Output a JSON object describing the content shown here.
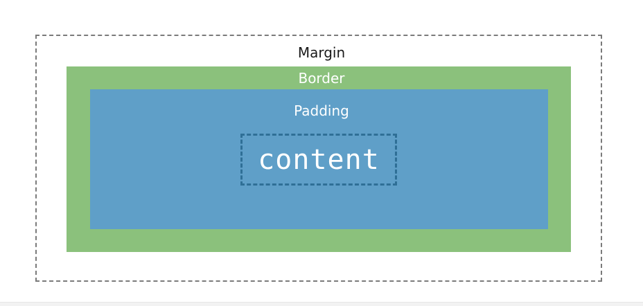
{
  "diagram": {
    "margin_label": "Margin",
    "border_label": "Border",
    "padding_label": "Padding",
    "content_label": "content"
  },
  "colors": {
    "margin_dash": "#7a7a7a",
    "border": "#8bc17c",
    "padding": "#5f9fc8",
    "content_dash": "#2f6f96",
    "background": "#ffffff"
  }
}
